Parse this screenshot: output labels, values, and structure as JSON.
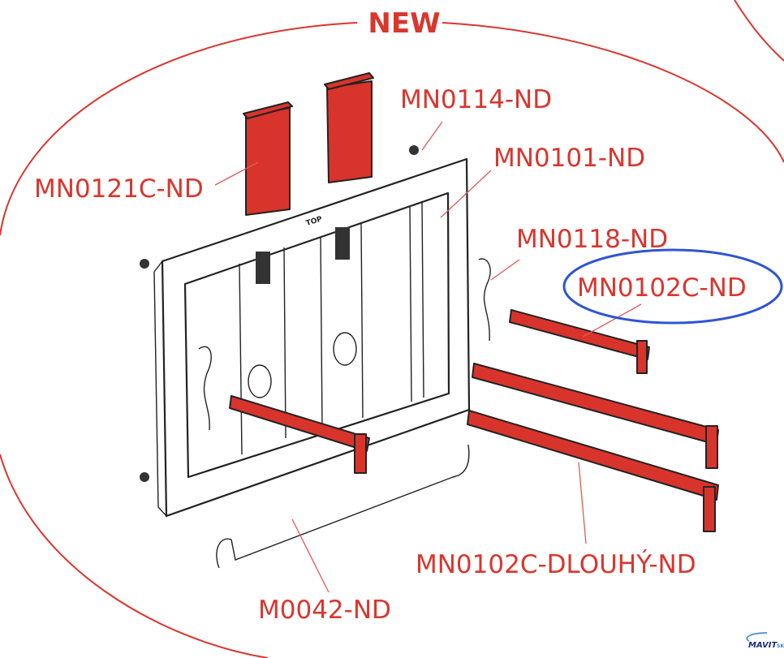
{
  "title": "NEW",
  "labels": {
    "mn0114": "MN0114-ND",
    "mn0121c": "MN0121C-ND",
    "mn0101": "MN0101-ND",
    "mn0118": "MN0118-ND",
    "mn0102c": "MN0102C-ND",
    "mn0102c_long": "MN0102C-DLOUHÝ-ND",
    "m0042": "M0042-ND"
  },
  "frame_marking": "TOP",
  "logo": {
    "name": "MAVIT",
    "suffix": "SK"
  },
  "colors": {
    "accent": "#d9362e",
    "highlight": "#2f55d4",
    "part": "#d8342c"
  }
}
